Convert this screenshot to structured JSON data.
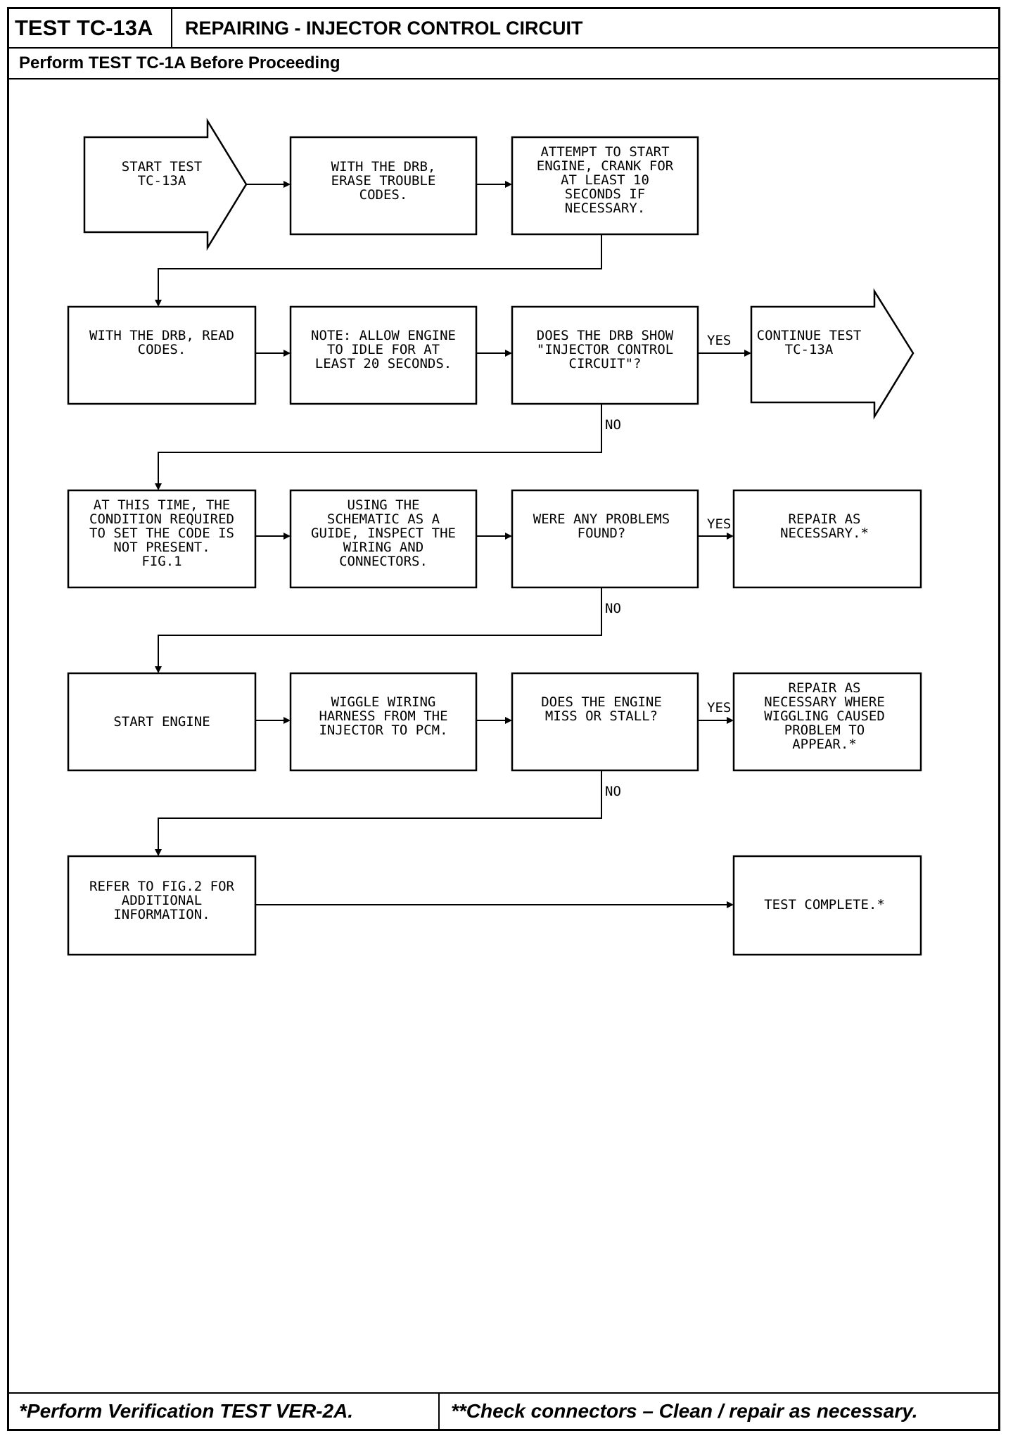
{
  "header": {
    "test_id": "TEST TC-13A",
    "title": "REPAIRING - INJECTOR CONTROL CIRCUIT",
    "prereq": "Perform TEST TC-1A Before Proceeding"
  },
  "footer": {
    "note_left": "*Perform Verification TEST VER-2A.",
    "note_right": "**Check connectors – Clean / repair as necessary."
  },
  "flow": {
    "start_test": [
      "START TEST",
      "TC-13A"
    ],
    "erase_codes": [
      "WITH THE DRB,",
      "ERASE TROUBLE",
      "CODES."
    ],
    "attempt_start": [
      "ATTEMPT TO START",
      "ENGINE, CRANK FOR",
      "AT LEAST 10",
      "SECONDS IF",
      "NECESSARY."
    ],
    "read_codes": [
      "WITH THE DRB, READ",
      "CODES."
    ],
    "idle_note": [
      "NOTE: ALLOW ENGINE",
      "TO IDLE FOR AT",
      "LEAST 20 SECONDS."
    ],
    "drb_show": [
      "DOES THE DRB SHOW",
      "\"INJECTOR CONTROL",
      "CIRCUIT\"?"
    ],
    "continue_test": [
      "CONTINUE TEST",
      "TC-13A"
    ],
    "condition_not_present": [
      "AT THIS TIME, THE",
      "CONDITION REQUIRED",
      "TO SET THE CODE IS",
      "NOT PRESENT.",
      "FIG.1"
    ],
    "inspect_wiring": [
      "USING THE",
      "SCHEMATIC AS A",
      "GUIDE, INSPECT THE",
      "WIRING AND",
      "CONNECTORS."
    ],
    "problems_found": [
      "WERE ANY PROBLEMS",
      "FOUND?"
    ],
    "repair_necessary": [
      "REPAIR AS",
      "NECESSARY.*"
    ],
    "start_engine": [
      "START ENGINE"
    ],
    "wiggle_wiring": [
      "WIGGLE WIRING",
      "HARNESS FROM THE",
      "INJECTOR TO PCM."
    ],
    "engine_miss": [
      "DOES THE ENGINE",
      "MISS OR STALL?"
    ],
    "repair_wiggle": [
      "REPAIR AS",
      "NECESSARY WHERE",
      "WIGGLING CAUSED",
      "PROBLEM TO",
      "APPEAR.*"
    ],
    "refer_fig2": [
      "REFER TO FIG.2 FOR",
      "ADDITIONAL",
      "INFORMATION."
    ],
    "test_complete": [
      "TEST COMPLETE.*"
    ],
    "labels": {
      "yes": "YES",
      "no": "NO"
    }
  }
}
